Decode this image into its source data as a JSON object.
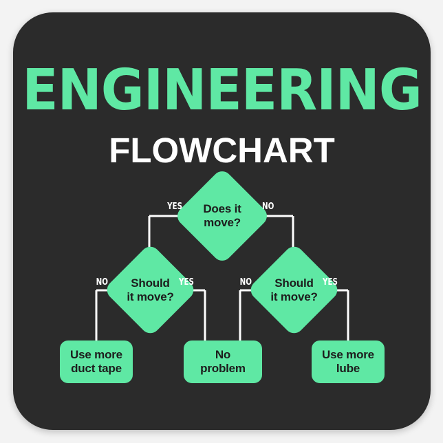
{
  "sticker": {
    "background_color": "#2b2b2b",
    "accent_color": "#5fe8a4",
    "text_color": "#ffffff",
    "node_text_color": "#1d1d1d",
    "page_background": "#f3f3f3"
  },
  "heading": {
    "title": "ENGINEERING",
    "subtitle": "FLOWCHART"
  },
  "flowchart": {
    "nodes": {
      "root": {
        "label": "Does it\nmove?",
        "shape": "diamond"
      },
      "left_decision": {
        "label": "Should\nit move?",
        "shape": "diamond"
      },
      "right_decision": {
        "label": "Should\nit move?",
        "shape": "diamond"
      },
      "outcome_duct_tape": {
        "label": "Use more\nduct tape",
        "shape": "rounded-rect"
      },
      "outcome_no_problem": {
        "label": "No\nproblem",
        "shape": "rounded-rect"
      },
      "outcome_lube": {
        "label": "Use more\nlube",
        "shape": "rounded-rect"
      }
    },
    "edge_labels": {
      "root_left": "Yes",
      "root_right": "No",
      "left_no": "No",
      "left_yes": "Yes",
      "right_no": "No",
      "right_yes": "Yes"
    }
  }
}
